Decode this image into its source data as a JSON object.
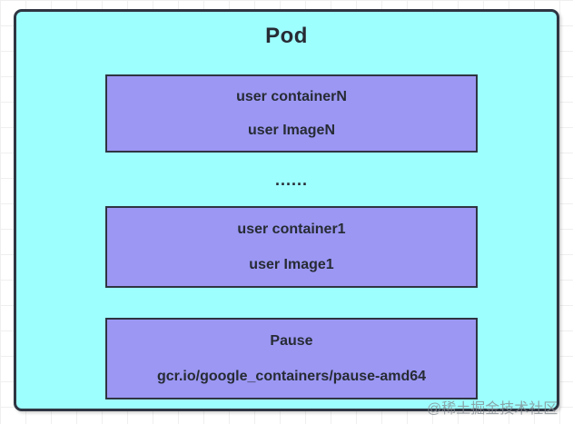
{
  "colors": {
    "pod_fill": "#9effff",
    "container_fill": "#9b97f3",
    "border": "#2f3542",
    "text": "#272b34",
    "watermark_text": "#82888e",
    "grid_line": "#efefef"
  },
  "pod": {
    "title": "Pod",
    "ellipsis": "......",
    "containers": [
      {
        "name": "user containerN",
        "image": "user ImageN"
      },
      {
        "name": "user container1",
        "image": "user Image1"
      },
      {
        "name": "Pause",
        "image": "gcr.io/google_containers/pause-amd64"
      }
    ]
  },
  "watermark": {
    "text": "@稀土掘金技术社区"
  }
}
